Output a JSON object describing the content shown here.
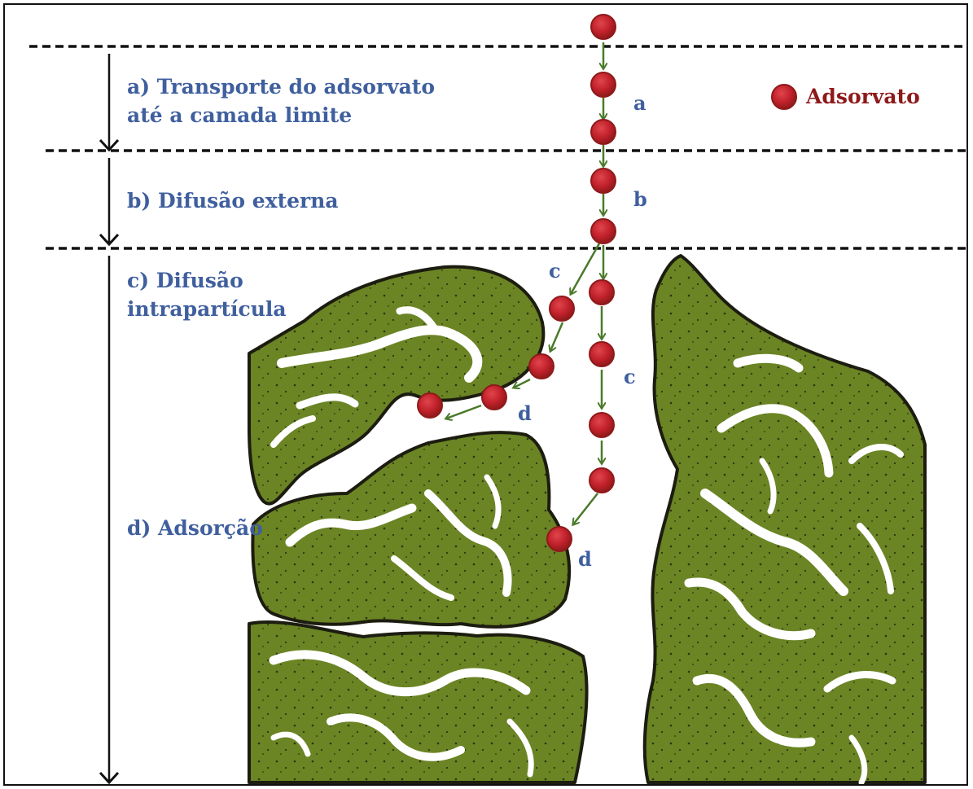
{
  "stages": {
    "a_line1": "a) Transporte do adsorvato",
    "a_line2": "até a camada limite",
    "b": "b) Difusão externa",
    "c_line1": "c) Difusão",
    "c_line2": "intrapartícula",
    "d": "d) Adsorção"
  },
  "step_letters": {
    "a": "a",
    "b": "b",
    "c_left": "c",
    "c_right": "c",
    "d_left": "d",
    "d_right": "d"
  },
  "legend": {
    "label": "Adsorvato",
    "icon": "adsorbate-particle-icon"
  },
  "colors": {
    "label_blue": "#3f5f9e",
    "particle_red": "#c0202a",
    "particle_dark": "#8e1a1a",
    "arrow_green": "#4a7a2a",
    "solid_olive": "#6b8424",
    "solid_outline": "#1c1c10",
    "pore_white": "#ffffff"
  }
}
